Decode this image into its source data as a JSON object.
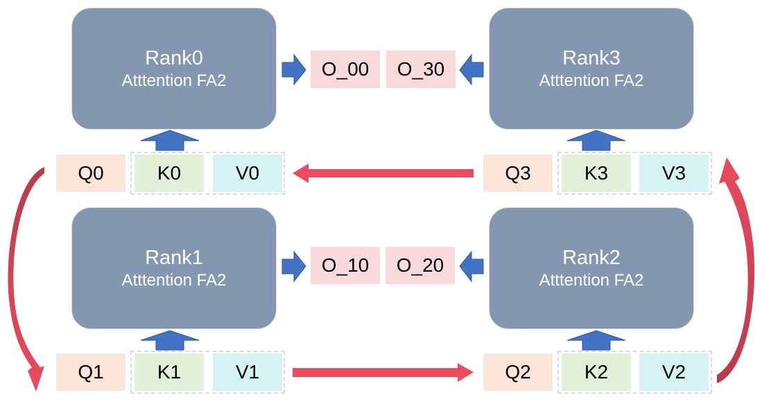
{
  "ranks": [
    {
      "title": "Rank0",
      "subtitle": "Atttention FA2"
    },
    {
      "title": "Rank1",
      "subtitle": "Atttention FA2"
    },
    {
      "title": "Rank2",
      "subtitle": "Atttention FA2"
    },
    {
      "title": "Rank3",
      "subtitle": "Atttention FA2"
    }
  ],
  "outputs": {
    "top": [
      "O_00",
      "O_30"
    ],
    "bottom": [
      "O_10",
      "O_20"
    ]
  },
  "qkv": {
    "rank0": {
      "q": "Q0",
      "k": "K0",
      "v": "V0"
    },
    "rank1": {
      "q": "Q1",
      "k": "K1",
      "v": "V1"
    },
    "rank2": {
      "q": "Q2",
      "k": "K2",
      "v": "V2"
    },
    "rank3": {
      "q": "Q3",
      "k": "K3",
      "v": "V3"
    }
  },
  "colors": {
    "rank_box": "#8497b0",
    "blue_arrow": "#4472c4",
    "red_arrow": "#e84c5e",
    "dark_red_arrow": "#b83a4c",
    "q_fill": "#fbe5d6",
    "k_fill": "#e2f0d9",
    "v_fill": "#d5f3f2",
    "o_fill": "#f9dadc"
  }
}
